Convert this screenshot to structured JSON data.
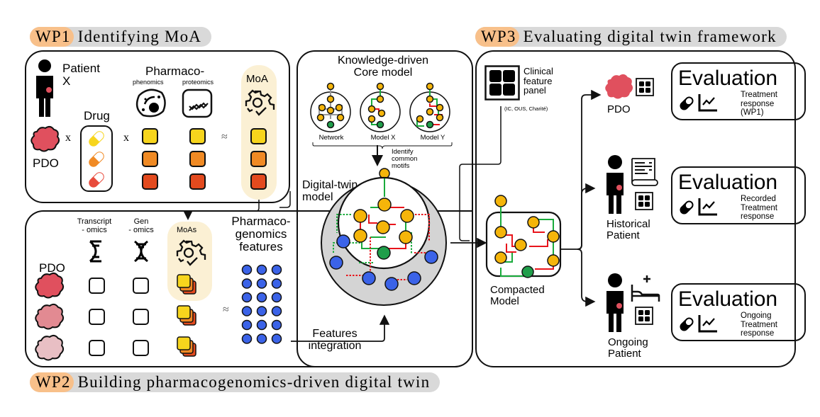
{
  "wp1": {
    "tag": "WP1",
    "title": "Identifying MoA"
  },
  "wp2": {
    "tag": "WP2",
    "title": "Building pharmacogenomics-driven digital twin"
  },
  "wp3": {
    "tag": "WP3",
    "title": "Evaluating digital twin framework"
  },
  "panel1": {
    "patient": [
      "Patient",
      "X"
    ],
    "pdo": "PDO",
    "drug": "Drug",
    "times1": "x",
    "times2": "x",
    "approx": "≈",
    "pharmaco": "Pharmaco-",
    "phenomics": "phenomics",
    "proteomics": "proteomics",
    "moa": "MoA",
    "square_colors": [
      "#f7d51d",
      "#f08a24",
      "#e34a1e"
    ],
    "pill_colors": [
      "#f7d51d",
      "#f08a24",
      "#e84b3c"
    ]
  },
  "panel2": {
    "transcriptomics": [
      "Transcript",
      "- omics"
    ],
    "genomics": [
      "Gen",
      "- omics"
    ],
    "moas": "MoAs",
    "pdo": "PDO",
    "approx": "≈",
    "pg_features": [
      "Pharmaco-",
      "genomics",
      "features"
    ],
    "features_integration": [
      "Features",
      "integration"
    ],
    "pdo_colors": [
      "#e0505e",
      "#e28a92",
      "#e8bfc4"
    ],
    "feature_grid": {
      "rows": 6,
      "cols": 3,
      "color": "#3b63e8"
    }
  },
  "core": {
    "title": [
      "Knowledge-driven",
      "Core model"
    ],
    "networks": [
      "Network",
      "Model X",
      "Model Y"
    ],
    "identify": [
      "Identify",
      "common",
      "motifs"
    ],
    "digital_twin": [
      "Digital-twin",
      "model"
    ]
  },
  "panel3": {
    "clinical": [
      "Clinical",
      "feature",
      "panel"
    ],
    "clinical_sites": "(IC, OUS, Charité)",
    "compacted": [
      "Compacted",
      "Model"
    ],
    "pdo": "PDO",
    "historical": [
      "Historical",
      "Patient"
    ],
    "ongoing": [
      "Ongoing",
      "Patient"
    ],
    "evaluations": [
      {
        "title": "Evaluation",
        "sub": [
          "Treatment",
          "response",
          "(WP1)"
        ]
      },
      {
        "title": "Evaluation",
        "sub": [
          "Recorded",
          "Treatment",
          "response"
        ]
      },
      {
        "title": "Evaluation",
        "sub": [
          "Ongoing",
          "Treatment",
          "response"
        ]
      }
    ]
  },
  "colors": {
    "node_orange": "#f5b50a",
    "node_green": "#1f9e4a",
    "node_blue": "#3b63e8",
    "edge_green": "#1aab3c",
    "edge_red": "#e8141b",
    "moa_highlight": "#fbf0d4",
    "wp_tag": "#f8c08a",
    "wp_bar": "#d9d9d9",
    "pdo_red": "#e0505e"
  }
}
